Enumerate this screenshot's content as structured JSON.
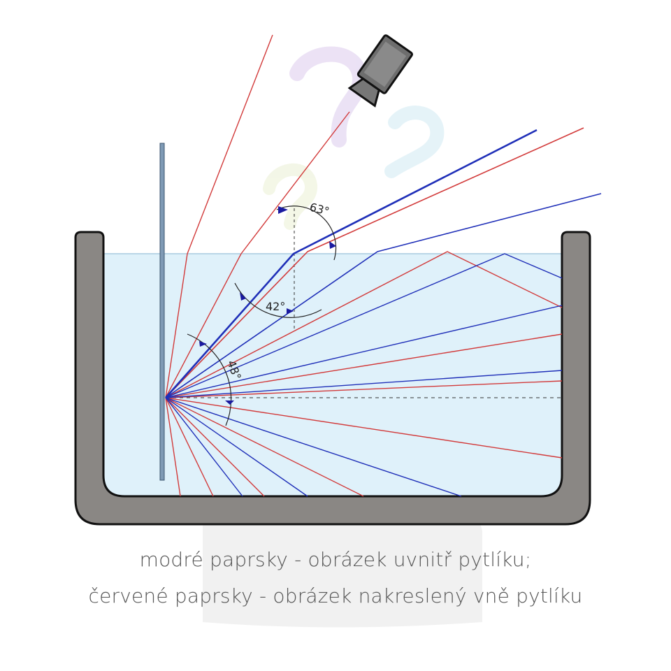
{
  "diagram": {
    "angles": [
      {
        "id": "a63",
        "text": "63°"
      },
      {
        "id": "a42",
        "text": "42°"
      },
      {
        "id": "a48",
        "text": "48°"
      }
    ],
    "colors": {
      "blue_ray": "#1f2fb8",
      "red_ray": "#d23a3a",
      "water": "#dff1fa",
      "tank": "#8a8784",
      "plate": "#7f9ab5"
    },
    "icons": [
      "camera-icon",
      "question-mark-icon"
    ]
  },
  "caption": {
    "line1": "modré paprsky - obrázek uvnitř pytlíku;",
    "line2": "červené paprsky - obrázek nakreslený vně pytlíku"
  }
}
